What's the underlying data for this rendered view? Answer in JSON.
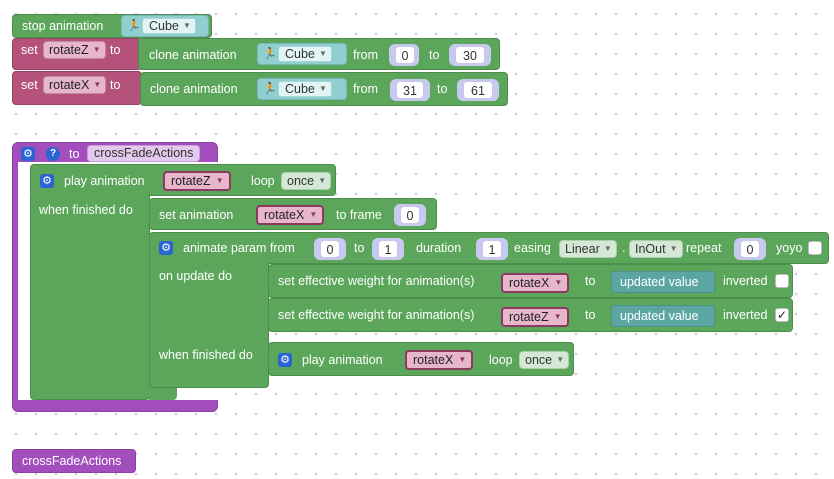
{
  "stop_block": {
    "label": "stop animation",
    "model": "Cube"
  },
  "set_rotateZ": {
    "set": "set",
    "var": "rotateZ",
    "to": "to",
    "clone": "clone animation",
    "model": "Cube",
    "from": "from",
    "from_val": "0",
    "to2": "to",
    "to_val": "30"
  },
  "set_rotateX": {
    "set": "set",
    "var": "rotateX",
    "to": "to",
    "clone": "clone animation",
    "model": "Cube",
    "from": "from",
    "from_val": "31",
    "to2": "to",
    "to_val": "61"
  },
  "func": {
    "help": "?",
    "to": "to",
    "name": "crossFadeActions",
    "play": {
      "label": "play animation",
      "var": "rotateZ",
      "loop": "loop",
      "loop_val": "once"
    },
    "when_finished": "when finished do",
    "set_anim": {
      "label": "set animation",
      "var": "rotateX",
      "to_frame": "to frame",
      "frame_val": "0"
    },
    "animate": {
      "label": "animate param from",
      "from_val": "0",
      "to": "to",
      "to_val": "1",
      "duration": "duration",
      "duration_val": "1",
      "easing": "easing",
      "easing_val": "Linear",
      "dot": ".",
      "mode_val": "InOut",
      "repeat": "repeat",
      "repeat_val": "0",
      "yoyo": "yoyo"
    },
    "on_update": "on update do",
    "weight1": {
      "label": "set effective weight for animation(s)",
      "var": "rotateX",
      "to": "to",
      "value": "updated value",
      "inverted": "inverted",
      "checked": ""
    },
    "weight2": {
      "label": "set effective weight for animation(s)",
      "var": "rotateZ",
      "to": "to",
      "value": "updated value",
      "inverted": "inverted",
      "checked": "✓"
    },
    "when_finished2": "when finished do",
    "play2": {
      "label": "play animation",
      "var": "rotateX",
      "loop": "loop",
      "loop_val": "once"
    }
  },
  "call_block": {
    "label": "crossFadeActions"
  },
  "icons": {
    "gear": "gear-icon",
    "runner": "walking-person-icon",
    "dropdown": "chevron-down-icon",
    "help": "help-icon"
  },
  "colors": {
    "animation": "#5ba65b",
    "variable": "#b5527b",
    "procedure": "#a24ebd",
    "model": "#8fcfd0",
    "value": "#5ba6a3"
  }
}
